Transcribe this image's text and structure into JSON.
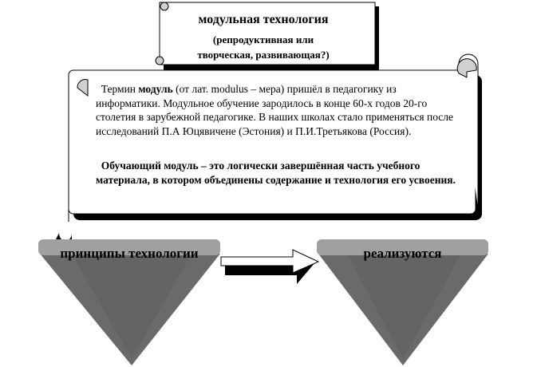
{
  "header_scroll": {
    "title": "модульная технология",
    "subtitle_line1": "(репродуктивная или",
    "subtitle_line2": "творческая, развивающая?)"
  },
  "main_scroll": {
    "intro_prefix": "Термин ",
    "intro_term": "модуль",
    "intro_rest": " (от лат. modulus – мера) пришёл в педагогику из информатики. Модульное обучение зародилось в конце 60-х годов 20-го столетия в зарубежной педагогике. В наших школах  стало применяться после исследований П.А Юцявичене (Эстония) и П.И.Третьякова (Россия).",
    "definition": "Обучающий модуль – это логически завершённая часть учебного материала, в котором объединены содержание и технология его усвоения."
  },
  "cones": {
    "left_label": "принципы технологии",
    "right_label": "реализуются"
  },
  "colors": {
    "cone_top": "#a0a0a0",
    "cone_body": "#6a6a6a",
    "scroll_fill": "#ffffff",
    "curl_fill": "#d0d0d0"
  }
}
